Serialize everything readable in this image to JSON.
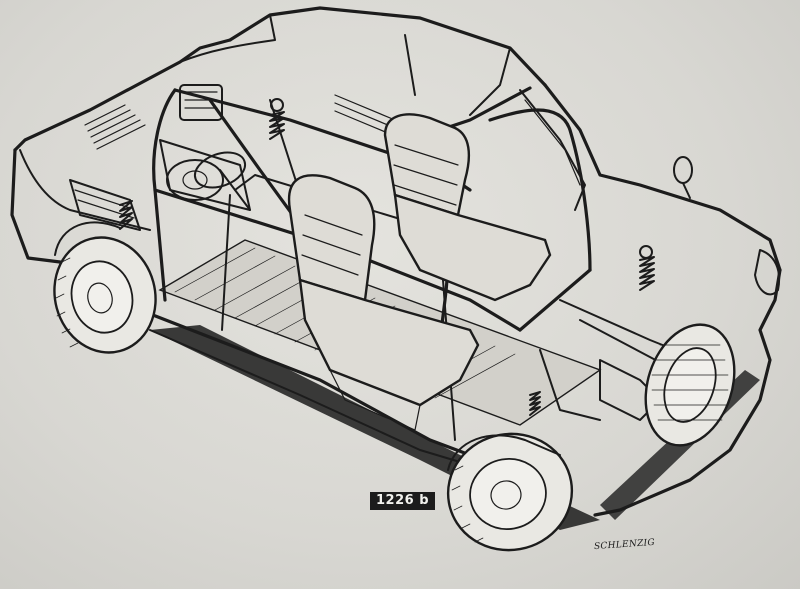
{
  "figure": {
    "label": "1226 b",
    "signature": "SCHLENZIG"
  },
  "icons": {
    "car": "cutaway-car-drawing",
    "wheel": "wheel-icon",
    "seat": "seat-icon",
    "engine": "engine-icon"
  },
  "colors": {
    "paper": "#d9d8d3",
    "ink": "#1c1c1c"
  }
}
